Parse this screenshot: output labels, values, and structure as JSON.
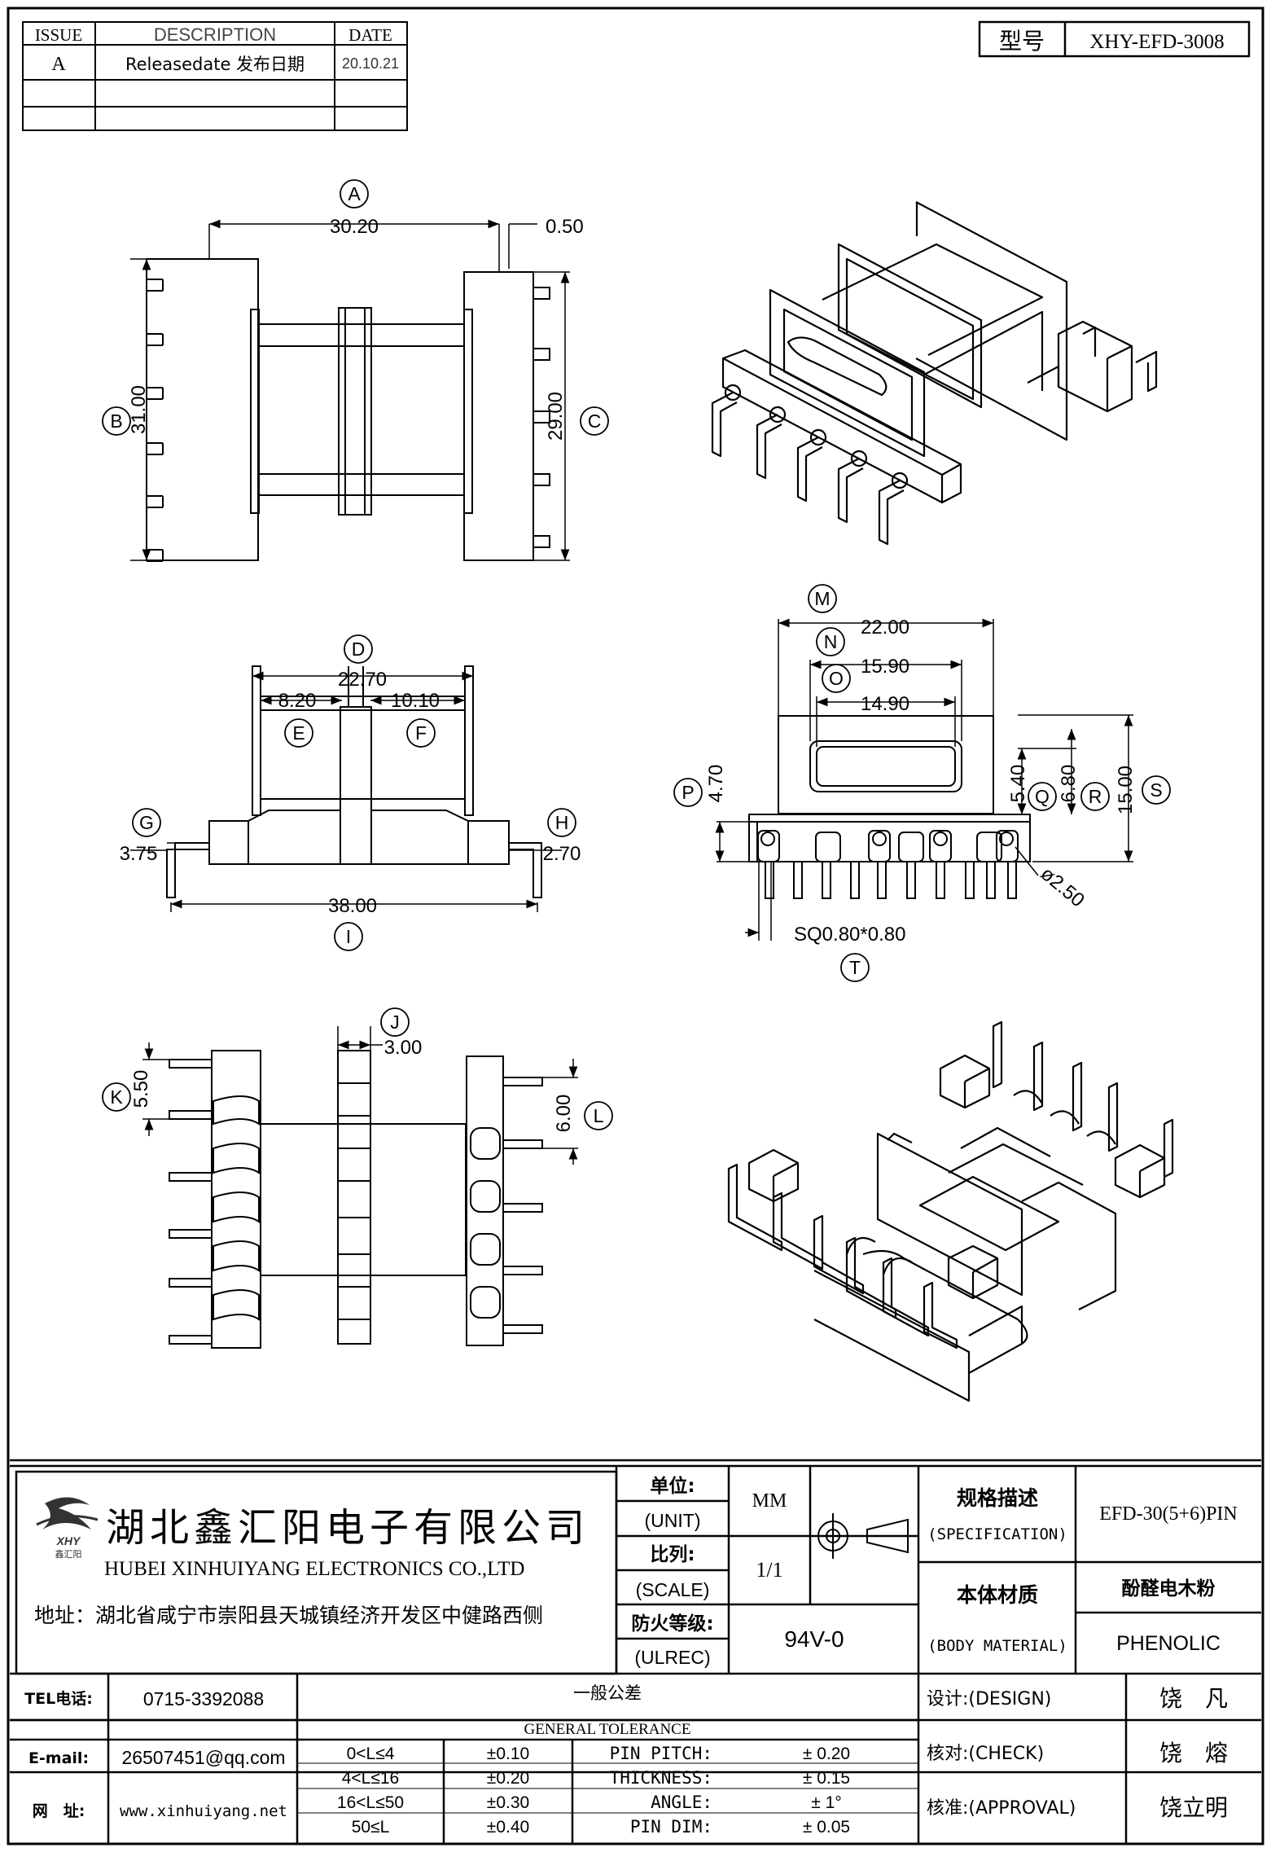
{
  "revision_table": {
    "headers": {
      "issue": "ISSUE",
      "description": "DESCRIPTION",
      "date": "DATE"
    },
    "rows": [
      {
        "issue": "A",
        "description": "Releasedate 发布日期",
        "date": "20.10.21"
      }
    ]
  },
  "model": {
    "label": "型号",
    "value": "XHY-EFD-3008"
  },
  "dims": {
    "A": "30.20",
    "A2": "0.50",
    "B": "31.00",
    "C": "29.00",
    "D": "22.70",
    "E": "8.20",
    "F": "10.10",
    "G": "3.75",
    "H": "2.70",
    "I": "38.00",
    "M": "22.00",
    "N": "15.90",
    "O": "14.90",
    "P": "4.70",
    "Q": "5.40",
    "R": "6.80",
    "S": "15.00",
    "pin_dia": "ø2.50",
    "T": "SQ0.80*0.80",
    "J": "3.00",
    "K": "5.50",
    "L": "6.00"
  },
  "callouts": [
    "A",
    "B",
    "C",
    "D",
    "E",
    "F",
    "G",
    "H",
    "I",
    "M",
    "N",
    "O",
    "P",
    "Q",
    "R",
    "S",
    "T",
    "J",
    "K",
    "L"
  ],
  "company": {
    "logo_text": "XHY",
    "logo_sub": "鑫汇阳",
    "name_cn": "湖北鑫汇阳电子有限公司",
    "name_en": "HUBEI XINHUIYANG ELECTRONICS CO.,LTD",
    "address": "地址：湖北省咸宁市崇阳县天城镇经济开发区中健路西侧"
  },
  "spec_block": {
    "unit_cn": "单位:",
    "unit_en": "(UNIT)",
    "unit_value": "MM",
    "scale_cn": "比列:",
    "scale_en": "(SCALE)",
    "scale_value": "1/1",
    "ulrec_cn": "防火等级:",
    "ulrec_en": "(ULREC)",
    "ulrec_value": "94V-0",
    "spec_cn": "规格描述",
    "spec_en": "(SPECIFICATION)",
    "spec_value": "EFD-30(5+6)PIN",
    "material_cn": "本体材质",
    "material_en": "(BODY MATERIAL)",
    "material_value_cn": "酚醛电木粉",
    "material_value_en": "PHENOLIC"
  },
  "contact": {
    "tel_label": "TEL电话:",
    "tel": "0715-3392088",
    "email_label": "E-mail:",
    "email": "26507451@qq.com",
    "web_label": "网　址:",
    "web": "www.xinhuiyang.net"
  },
  "tolerance": {
    "title_cn": "一般公差",
    "title_en": "GENERAL TOLERANCE",
    "rows": [
      {
        "range": "0<L≤4",
        "tol": "±0.10"
      },
      {
        "range": "4<L≤16",
        "tol": "±0.20"
      },
      {
        "range": "16<L≤50",
        "tol": "±0.30"
      },
      {
        "range": "50≤L",
        "tol": "±0.40"
      }
    ],
    "extra": [
      {
        "label": "PIN PITCH:",
        "value": "±  0.20"
      },
      {
        "label": "THICKNESS:",
        "value": "±  0.15"
      },
      {
        "label": "ANGLE:",
        "value": "±  1°"
      },
      {
        "label": "PIN DIM:",
        "value": "±  0.05"
      }
    ]
  },
  "signoff": [
    {
      "label": "设计:(DESIGN)",
      "name": "饶　凡"
    },
    {
      "label": "核对:(CHECK)",
      "name": "饶　熔"
    },
    {
      "label": "核准:(APPROVAL)",
      "name": "饶立明"
    }
  ]
}
